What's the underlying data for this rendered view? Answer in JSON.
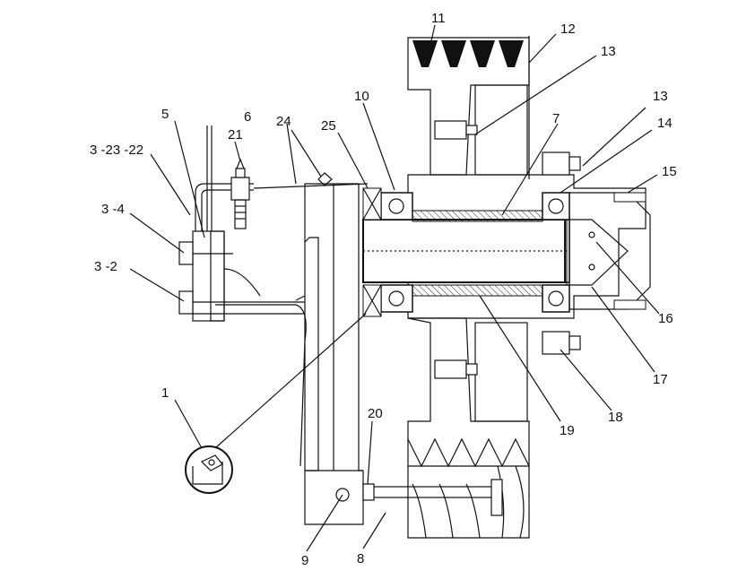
{
  "callouts": {
    "c1": "1",
    "c3_2": "3 -2",
    "c3_4": "3 -4",
    "c3_23_22": "3 -23 -22",
    "c5": "5",
    "c6": "6",
    "c7": "7",
    "c8": "8",
    "c9": "9",
    "c10": "10",
    "c11": "11",
    "c12": "12",
    "c13a": "13",
    "c13b": "13",
    "c14": "14",
    "c15": "15",
    "c16": "16",
    "c17": "17",
    "c18": "18",
    "c19": "19",
    "c20": "20",
    "c21": "21",
    "c24": "24",
    "c25": "25"
  },
  "colors": {
    "ink": "#111111",
    "paper": "#ffffff"
  }
}
